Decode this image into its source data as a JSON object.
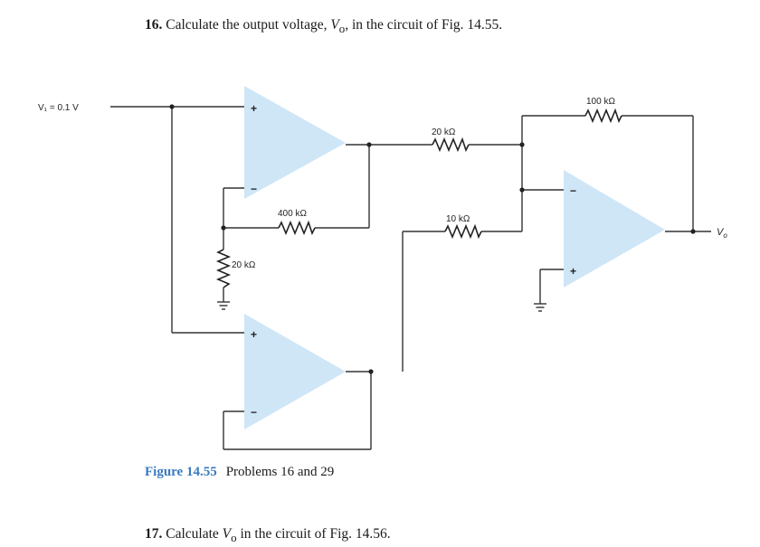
{
  "problems": [
    {
      "number": "16.",
      "text_before": "Calculate the output voltage, ",
      "var_main": "V",
      "var_sub": "o",
      "text_after": ", in the circuit of Fig. 14.55."
    },
    {
      "number": "17.",
      "text_before": "Calculate ",
      "var_main": "V",
      "var_sub": "o",
      "text_after": " in the circuit of Fig. 14.56."
    }
  ],
  "figure": {
    "label": "Figure 14.55",
    "caption": "Problems 16 and 29"
  },
  "circuit": {
    "input_label": "V₁ = 0.1 V",
    "output_label": "V",
    "output_sub": "o",
    "resistors": {
      "r400": "400 kΩ",
      "r20_ground": "20 kΩ",
      "r20_top": "20 kΩ",
      "r10": "10 kΩ",
      "r100": "100 kΩ"
    },
    "signs": {
      "plus": "+",
      "minus": "−"
    },
    "colors": {
      "opamp_fill": "#cfe6f7",
      "wire": "#333333",
      "figure_label": "#3a7ac0"
    }
  }
}
